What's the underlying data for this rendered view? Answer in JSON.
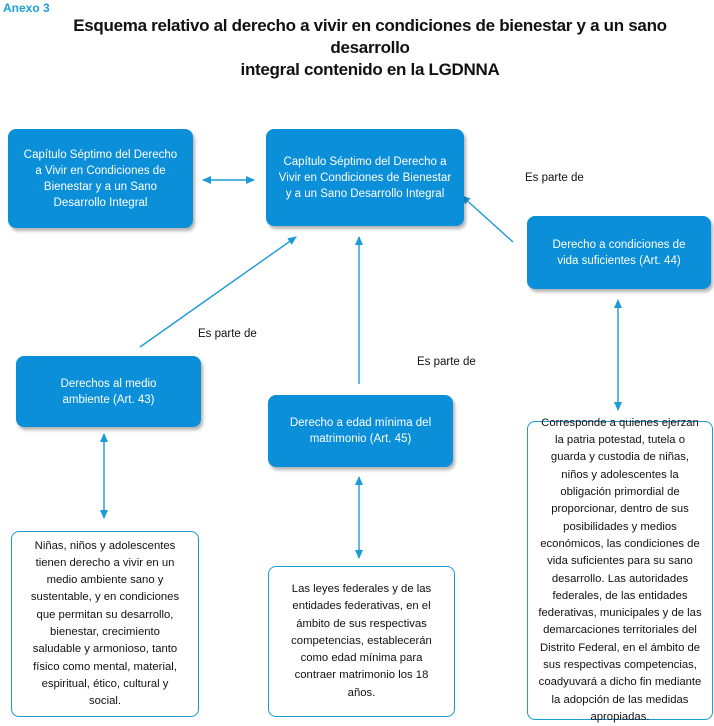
{
  "annex_label": "Anexo 3",
  "title_line1": "Esquema relativo al derecho a vivir en condiciones de bienestar y a un sano desarrollo",
  "title_line2": "integral contenido en la LGDNNA",
  "boxes": {
    "chapter_left": "Capítulo Séptimo del Derecho a Vivir en Condiciones de Bienestar y a un Sano Desarrollo Integral",
    "chapter_center": "Capítulo Séptimo del Derecho a Vivir en Condiciones de Bienestar y a un Sano Desarrollo Integral",
    "living_conditions": "Derecho a condiciones de vida suficientes (Art. 44)",
    "environment": "Derechos al medio ambiente (Art. 43)",
    "marriage_age": "Derecho a edad mínima del matrimonio (Art. 45)",
    "environment_desc": "Niñas, niños y adolescentes tienen derecho a vivir en un medio ambiente sano y sustentable, y en condiciones que permitan su desarrollo, bienestar, crecimiento saludable y armonioso, tanto físico como mental, material, espiritual, ético, cultural y social.",
    "marriage_desc": "Las leyes federales y de las entidades federativas, en el ámbito de sus respectivas competencias, establecerán como edad mínima para contraer matrimonio los 18 años.",
    "living_desc": "Corresponde a quienes ejerzan la patria potestad, tutela o guarda y custodia de niñas, niños y adolescentes la obligación primordial de proporcionar, dentro de sus posibilidades y medios económicos, las condiciones de vida suficientes para su sano desarrollo. Las autoridades federales, de las entidades federativas, municipales y de las demarcaciones territoriales del Distrito Federal, en el ámbito de sus respectivas competencias, coadyuvará a dicho fin mediante la adopción de las medidas apropiadas."
  },
  "edge_labels": {
    "part_of_right": "Es parte de",
    "part_of_left": "Es parte de",
    "part_of_center": "Es parte de"
  },
  "colors": {
    "box_fill": "#0b8fd9",
    "arrow": "#1b9bd8",
    "annex": "#1aa0db"
  }
}
